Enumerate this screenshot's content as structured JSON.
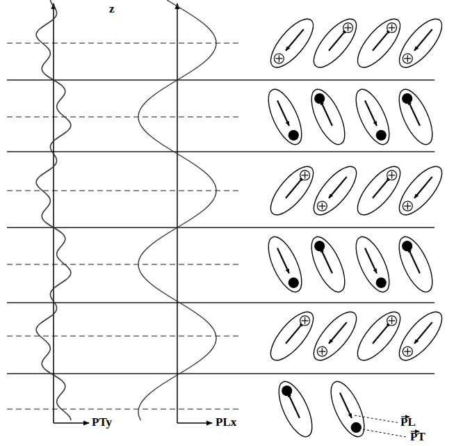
{
  "diagram": {
    "labels": [
      "z",
      "PTy",
      "PLx",
      "PL",
      "PT"
    ]
  }
}
